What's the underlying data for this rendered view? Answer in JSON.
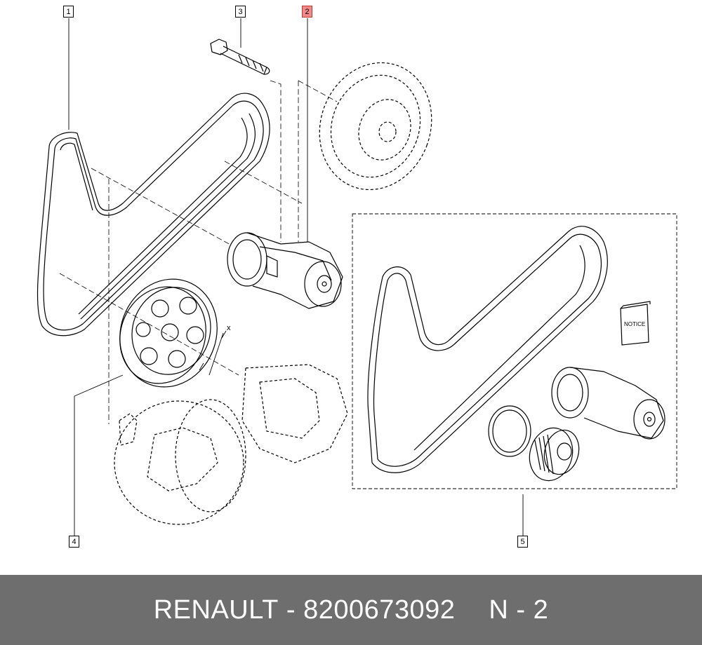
{
  "callouts": [
    {
      "id": "1",
      "highlighted": false
    },
    {
      "id": "2",
      "highlighted": true
    },
    {
      "id": "3",
      "highlighted": false
    },
    {
      "id": "4",
      "highlighted": false
    },
    {
      "id": "5",
      "highlighted": false
    }
  ],
  "labels": {
    "axis_marker": "x",
    "notice": "NOTICE"
  },
  "footer": {
    "brand": "RENAULT",
    "separator": "-",
    "part_number": "8200673092",
    "position_code": "N - 2"
  },
  "colors": {
    "highlight": "#f08a8a",
    "footer_bg": "#6e6e6e",
    "footer_text": "#ffffff"
  }
}
